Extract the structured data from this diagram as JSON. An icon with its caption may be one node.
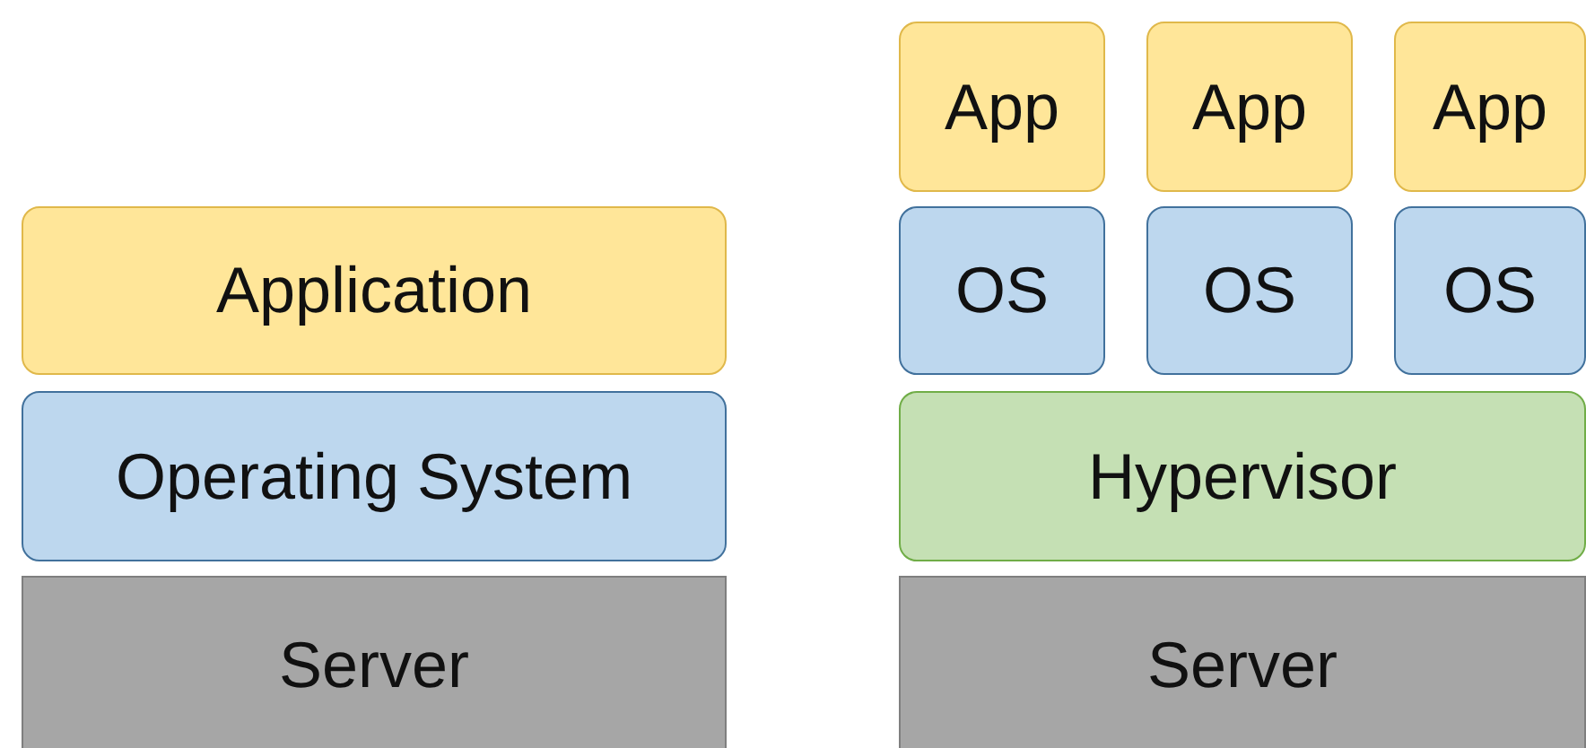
{
  "diagram": {
    "nodes": [
      {
        "text": [
          "Application"
        ]
      },
      {
        "text": [
          "Operating System"
        ]
      },
      {
        "text": [
          "Server"
        ]
      },
      {
        "text": [
          "App"
        ]
      },
      {
        "text": [
          "App"
        ]
      },
      {
        "text": [
          "App"
        ]
      },
      {
        "text": [
          "OS"
        ]
      },
      {
        "text": [
          "OS"
        ]
      },
      {
        "text": [
          "OS"
        ]
      },
      {
        "text": [
          "Hypervisor"
        ]
      },
      {
        "text": [
          "Server"
        ]
      }
    ]
  }
}
